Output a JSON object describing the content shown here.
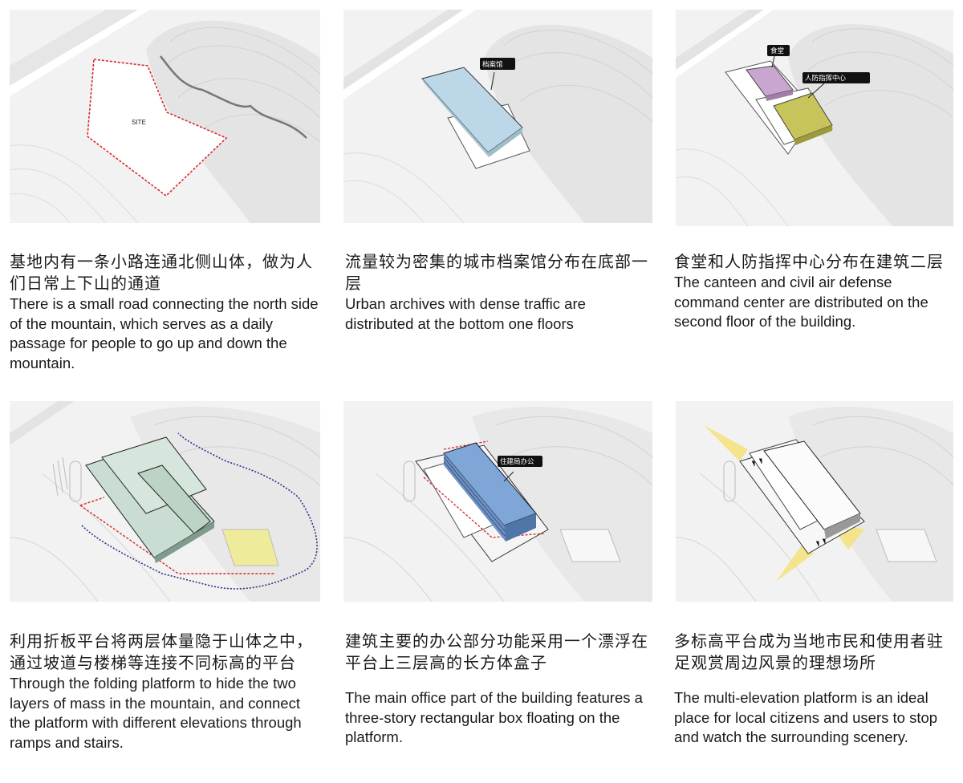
{
  "panels": [
    {
      "label": "SITE",
      "zh": "基地内有一条小路连通北侧山体，做为人们日常上下山的通道",
      "en": "There is a small road connecting the north side of the mountain, which serves as a daily passage for people to go up and down the mountain."
    },
    {
      "label": "档案馆",
      "zh": "流量较为密集的城市档案馆分布在底部一层",
      "en": "Urban archives with dense traffic are distributed at the bottom one floors"
    },
    {
      "label": "食堂",
      "label2": "人防指挥中心",
      "zh": "食堂和人防指挥中心分布在建筑二层",
      "en": "The canteen and civil air defense command center are distributed on the second floor of the building."
    },
    {
      "zh": "利用折板平台将两层体量隐于山体之中，通过坡道与楼梯等连接不同标高的平台",
      "en": "Through the folding platform to hide the two layers of mass in the mountain, and connect the platform with different elevations through ramps and stairs."
    },
    {
      "label": "住建局办公",
      "zh": "建筑主要的办公部分功能采用一个漂浮在平台上三层高的长方体盒子",
      "en": "The main office part of the building features a three-story rectangular box floating on the platform."
    },
    {
      "zh": "多标高平台成为当地市民和使用者驻足观赏周边风景的理想场所",
      "en": "The multi-elevation platform is an ideal place for local citizens and users to stop and watch the surrounding scenery."
    }
  ],
  "colors": {
    "archives": "#bcd8e8",
    "canteen": "#c9a6cf",
    "civil_defense": "#c7c45c",
    "folded_mass": "#c9ddd2",
    "office_box": "#7ea6d6",
    "court": "#eeeb9a",
    "site_line": "#d9262b",
    "path_line": "#2b2f8a",
    "sight_light": "#f4e27a"
  }
}
